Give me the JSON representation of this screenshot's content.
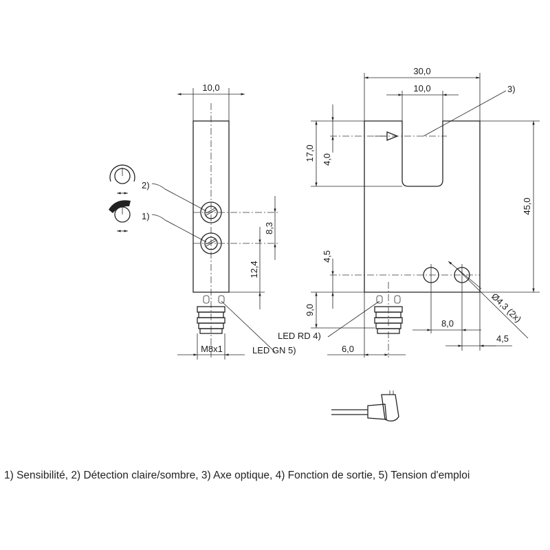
{
  "dimensions": {
    "front_width": "10,0",
    "side_width": "30,0",
    "slot_width": "10,0",
    "slot_depth": "17,0",
    "axis_offset": "4,0",
    "height": "45,0",
    "pot_spacing": "8,3",
    "pot_to_base": "12,4",
    "hole_from_base": "4,5",
    "connector_height": "9,0",
    "hole_spacing": "8,0",
    "hole_edge": "4,5",
    "connector_offset": "6,0",
    "hole_diameter": "Ø4,3 (2x)",
    "thread": "M8x1"
  },
  "callouts": {
    "c1": "1)",
    "c2": "2)",
    "c3": "3)",
    "led_rd": "LED RD 4)",
    "led_gn": "LED GN 5)"
  },
  "caption": "1) Sensibilité, 2) Détection claire/sombre, 3) Axe optique, 4) Fonction de sortie, 5) Tension d'emploi"
}
